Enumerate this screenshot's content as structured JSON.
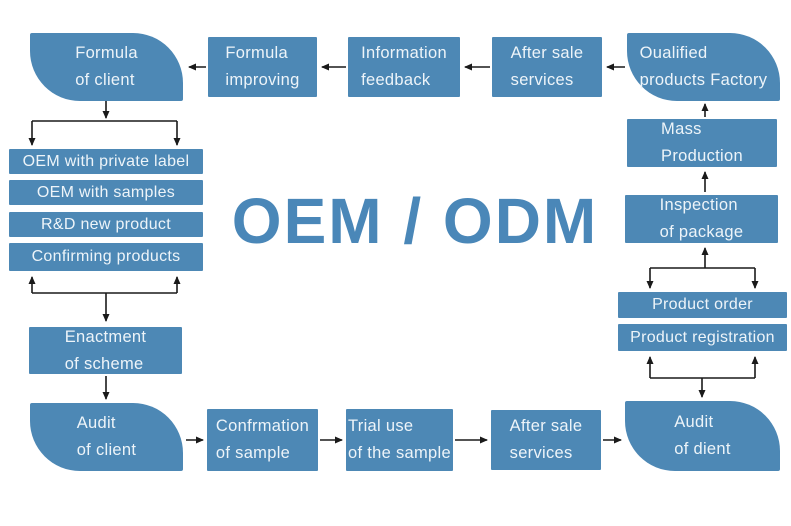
{
  "title": "OEM / ODM",
  "colors": {
    "node_fill": "#4d88b5",
    "node_text": "#edf4f9",
    "title_color": "#4a87b8",
    "arrow": "#1a1a1a",
    "background": "#ffffff"
  },
  "nodes": {
    "formula_client": "Formula\nof client",
    "formula_improving": "Formula\nimproving",
    "information_feedback": "Information\nfeedback",
    "after_sale_top": "After sale\nservices",
    "qualified_factory": "Oualified\nproducts Factory",
    "mass_production": "Mass\nProduction",
    "inspection_package": "Inspection\nof package",
    "product_order": "Product order",
    "product_registration": "Product registration",
    "audit_dient": "Audit\nof dient",
    "after_sale_bottom": "After sale\nservices",
    "trial_use": "Trial use\nof the sample",
    "confrmation_sample": "Confrmation\nof sample",
    "audit_client": "Audit\nof client",
    "oem_private_label": "OEM with private label",
    "oem_with_samples": "OEM with samples",
    "rd_new_product": "R&D new product",
    "confirming_products": "Confirming products",
    "enactment_scheme": "Enactment\nof scheme"
  }
}
